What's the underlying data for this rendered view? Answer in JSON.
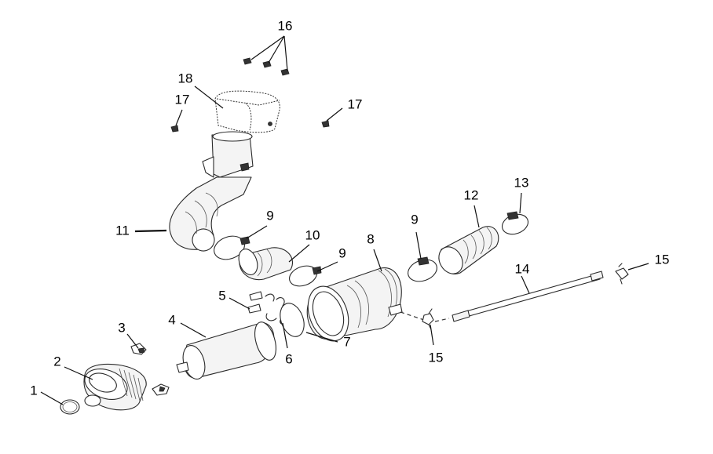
{
  "callouts": [
    {
      "id": "c1",
      "text": "1"
    },
    {
      "id": "c2",
      "text": "2"
    },
    {
      "id": "c3",
      "text": "3"
    },
    {
      "id": "c4",
      "text": "4"
    },
    {
      "id": "c5",
      "text": "5"
    },
    {
      "id": "c6",
      "text": "6"
    },
    {
      "id": "c7",
      "text": "7"
    },
    {
      "id": "c8",
      "text": "8"
    },
    {
      "id": "c9a",
      "text": "9"
    },
    {
      "id": "c9b",
      "text": "9"
    },
    {
      "id": "c9c",
      "text": "9"
    },
    {
      "id": "c10",
      "text": "10"
    },
    {
      "id": "c11",
      "text": "11"
    },
    {
      "id": "c12",
      "text": "12"
    },
    {
      "id": "c13",
      "text": "13"
    },
    {
      "id": "c14",
      "text": "14"
    },
    {
      "id": "c15a",
      "text": "15"
    },
    {
      "id": "c15b",
      "text": "15"
    },
    {
      "id": "c16",
      "text": "16"
    },
    {
      "id": "c17a",
      "text": "17"
    },
    {
      "id": "c17b",
      "text": "17"
    },
    {
      "id": "c18",
      "text": "18"
    }
  ]
}
